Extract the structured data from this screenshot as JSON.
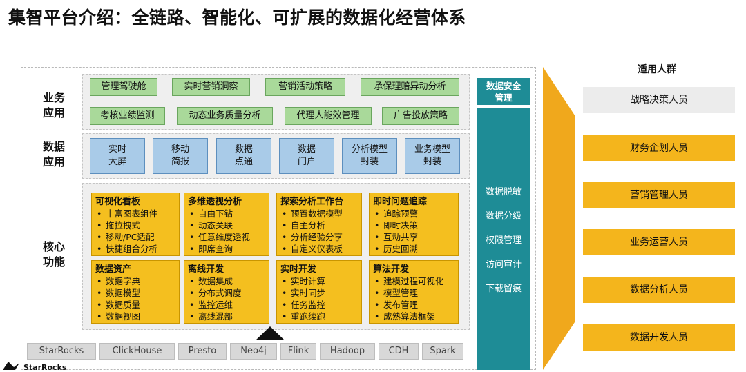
{
  "title": "集智平台介绍：全链路、智能化、可扩展的数据化经营体系",
  "rows": {
    "business": "业务\n应用",
    "data": "数据\n应用",
    "core": "核心\n功能"
  },
  "business_apps": [
    "管理驾驶舱",
    "实时营销洞察",
    "营销活动策略",
    "承保理赔异动分析",
    "考核业绩监测",
    "动态业务质量分析",
    "代理人能效管理",
    "广告投放策略"
  ],
  "data_apps": [
    "实时\n大屏",
    "移动\n简报",
    "数据\n点通",
    "数据\n门户",
    "分析模型\n封装",
    "业务模型\n封装"
  ],
  "core_functions": [
    {
      "title": "可视化看板",
      "items": [
        "丰富图表组件",
        "拖拉拽式",
        "移动/PC适配",
        "快捷组合分析"
      ]
    },
    {
      "title": "多维透视分析",
      "items": [
        "自由下钻",
        "动态关联",
        "任意维度透视",
        "即席查询"
      ]
    },
    {
      "title": "探索分析工作台",
      "items": [
        "预置数据模型",
        "自主分析",
        "分析经验分享",
        "自定义仪表板"
      ]
    },
    {
      "title": "即时问题追踪",
      "items": [
        "追踪预警",
        "即时决策",
        "互动共享",
        "历史回溯"
      ]
    },
    {
      "title": "数据资产",
      "items": [
        "数据字典",
        "数据模型",
        "数据质量",
        "数据视图"
      ]
    },
    {
      "title": "离线开发",
      "items": [
        "数据集成",
        "分布式调度",
        "监控运维",
        "离线混部"
      ]
    },
    {
      "title": "实时开发",
      "items": [
        "实时计算",
        "实时同步",
        "任务监控",
        "重跑续跑"
      ]
    },
    {
      "title": "算法开发",
      "items": [
        "建模过程可视化",
        "模型管理",
        "发布管理",
        "成熟算法框架"
      ]
    }
  ],
  "tech_stack": [
    "StarRocks",
    "ClickHouse",
    "Presto",
    "Neo4j",
    "Flink",
    "Hadoop",
    "CDH",
    "Spark"
  ],
  "logo_text": "StarRocks",
  "security": {
    "header": "数据安全\n管理",
    "items": [
      "数据脱敏",
      "数据分级",
      "权限管理",
      "访问审计",
      "下载留痕"
    ]
  },
  "audience": {
    "title": "适用人群",
    "items": [
      "战略决策人员",
      "财务企划人员",
      "营销管理人员",
      "业务运营人员",
      "数据分析人员",
      "数据开发人员"
    ]
  },
  "colors": {
    "green": "#a9d99a",
    "blue": "#a9cbe8",
    "yellow": "#f4bf1f",
    "teal": "#1e8c96",
    "orange_arrow": "#f0a81c"
  }
}
